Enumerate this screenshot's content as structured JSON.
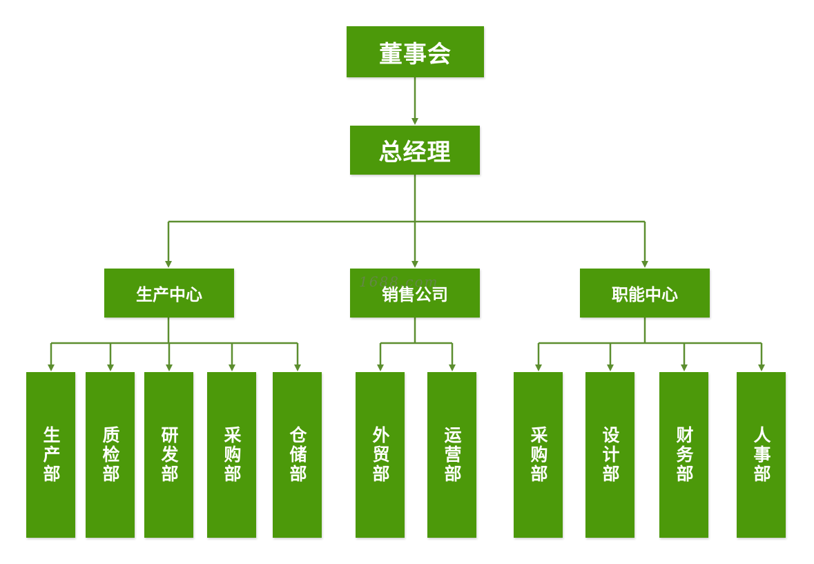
{
  "colors": {
    "box_fill": "#4c990a",
    "connector": "#5c8e2f",
    "text": "#ffffff"
  },
  "root": {
    "label": "董事会"
  },
  "general_manager": {
    "label": "总经理"
  },
  "centers": [
    {
      "label": "生产中心",
      "departments": [
        "生产部",
        "质检部",
        "研发部",
        "采购部",
        "仓储部"
      ]
    },
    {
      "label": "销售公司",
      "departments": [
        "外贸部",
        "运营部"
      ]
    },
    {
      "label": "职能中心",
      "departments": [
        "采购部",
        "设计部",
        "财务部",
        "人事部"
      ]
    }
  ],
  "watermark": "1688.com"
}
